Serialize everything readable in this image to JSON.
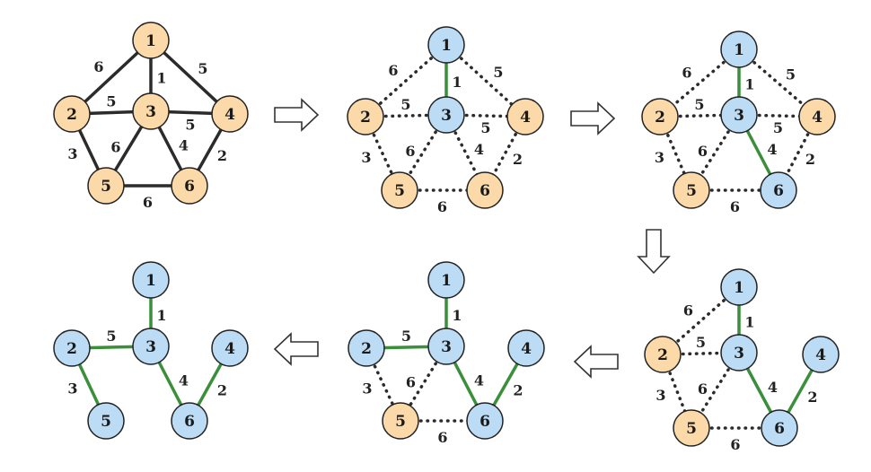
{
  "colors": {
    "orange_fill": "#fcd9a8",
    "blue_fill": "#bcdcf5",
    "node_stroke": "#222222",
    "edge_default": "#2b2b2b",
    "edge_selected": "#3a8f3a",
    "arrow_stroke": "#333333"
  },
  "node_labels": [
    "1",
    "2",
    "3",
    "4",
    "5",
    "6"
  ],
  "edges": [
    {
      "from": "1",
      "to": "2",
      "weight": "6"
    },
    {
      "from": "1",
      "to": "3",
      "weight": "1"
    },
    {
      "from": "1",
      "to": "4",
      "weight": "5"
    },
    {
      "from": "2",
      "to": "3",
      "weight": "5"
    },
    {
      "from": "3",
      "to": "4",
      "weight": "5"
    },
    {
      "from": "2",
      "to": "5",
      "weight": "3"
    },
    {
      "from": "3",
      "to": "5",
      "weight": "6"
    },
    {
      "from": "3",
      "to": "6",
      "weight": "4"
    },
    {
      "from": "4",
      "to": "6",
      "weight": "2"
    },
    {
      "from": "5",
      "to": "6",
      "weight": "6"
    }
  ],
  "steps": [
    {
      "name": "step-1",
      "blue_nodes": [],
      "edge_styles": {
        "1-2": "solid",
        "1-3": "solid",
        "1-4": "solid",
        "2-3": "solid",
        "3-4": "solid",
        "2-5": "solid",
        "3-5": "solid",
        "3-6": "solid",
        "4-6": "solid",
        "5-6": "solid"
      }
    },
    {
      "name": "step-2",
      "blue_nodes": [
        "1",
        "3"
      ],
      "edge_styles": {
        "1-2": "dotted",
        "1-3": "selected",
        "1-4": "dotted",
        "2-3": "dotted",
        "3-4": "dotted",
        "2-5": "dotted",
        "3-5": "dotted",
        "3-6": "dotted",
        "4-6": "dotted",
        "5-6": "dotted"
      }
    },
    {
      "name": "step-3",
      "blue_nodes": [
        "1",
        "3",
        "6"
      ],
      "edge_styles": {
        "1-2": "dotted",
        "1-3": "selected",
        "1-4": "dotted",
        "2-3": "dotted",
        "3-4": "dotted",
        "2-5": "dotted",
        "3-5": "dotted",
        "3-6": "selected",
        "4-6": "dotted",
        "5-6": "dotted"
      }
    },
    {
      "name": "step-4",
      "blue_nodes": [
        "1",
        "3",
        "4",
        "6"
      ],
      "edge_styles": {
        "1-2": "dotted",
        "1-3": "selected",
        "2-3": "dotted",
        "2-5": "dotted",
        "3-5": "dotted",
        "3-6": "selected",
        "4-6": "selected",
        "5-6": "dotted"
      }
    },
    {
      "name": "step-5",
      "blue_nodes": [
        "1",
        "2",
        "3",
        "4",
        "6"
      ],
      "edge_styles": {
        "1-3": "selected",
        "2-3": "selected",
        "2-5": "dotted",
        "3-5": "dotted",
        "3-6": "selected",
        "4-6": "selected",
        "5-6": "dotted"
      }
    },
    {
      "name": "step-6",
      "blue_nodes": [
        "1",
        "2",
        "3",
        "4",
        "5",
        "6"
      ],
      "edge_styles": {
        "1-3": "selected",
        "2-3": "selected",
        "2-5": "selected",
        "3-6": "selected",
        "4-6": "selected"
      }
    }
  ]
}
